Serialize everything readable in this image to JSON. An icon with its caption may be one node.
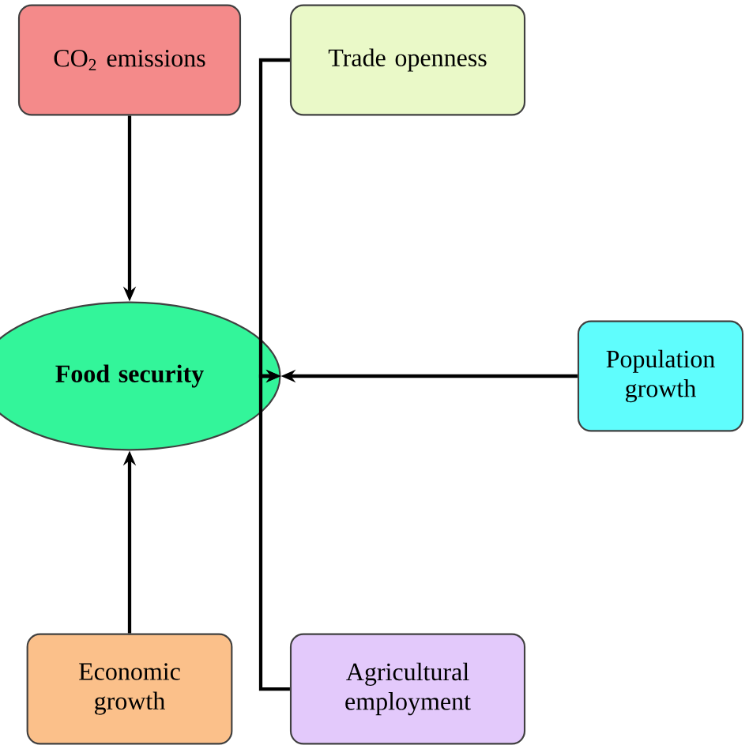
{
  "diagram": {
    "nodes": [
      {
        "text": [
          "CO$_{2}$ emissions"
        ]
      },
      {
        "text": [
          "Trade openness"
        ]
      },
      {
        "text": [
          "Food security"
        ]
      },
      {
        "text": [
          "Population growth"
        ]
      },
      {
        "text": [
          "Economic growth"
        ]
      },
      {
        "text": [
          "Agricultural employment"
        ]
      }
    ],
    "edges": [
      {
        "from": 0,
        "to": 2,
        "arrow": "to"
      },
      {
        "from": 1,
        "to": 2,
        "arrow": "to"
      },
      {
        "from": 3,
        "to": 2,
        "arrow": "to"
      },
      {
        "from": 4,
        "to": 2,
        "arrow": "to"
      },
      {
        "from": 5,
        "to": 2,
        "arrow": "to"
      }
    ]
  }
}
